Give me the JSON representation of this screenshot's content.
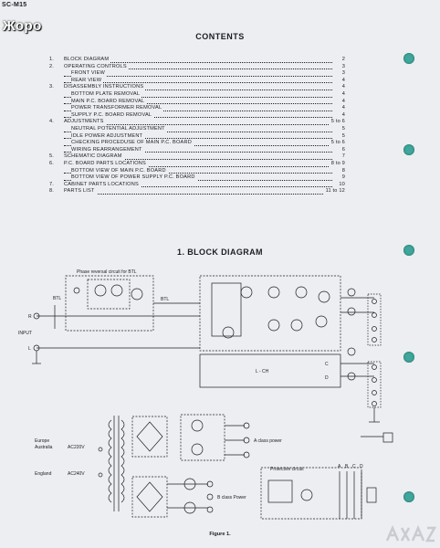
{
  "header": {
    "model_tag": "SC-M15",
    "watermark": "Жоро"
  },
  "contents": {
    "title": "CONTENTS",
    "items": [
      {
        "num": "1.",
        "label": "BLOCK DIAGRAM",
        "page": "2",
        "sub": false
      },
      {
        "num": "2.",
        "label": "OPERATING CONTROLS",
        "page": "3",
        "sub": false
      },
      {
        "num": "",
        "label": "FRONT VIEW",
        "page": "3",
        "sub": true
      },
      {
        "num": "",
        "label": "REAR VIEW",
        "page": "4",
        "sub": true
      },
      {
        "num": "3.",
        "label": "DISASSEMBLY INSTRUCTIONS",
        "page": "4",
        "sub": false
      },
      {
        "num": "",
        "label": "BOTTOM PLATE REMOVAL",
        "page": "4",
        "sub": true
      },
      {
        "num": "",
        "label": "MAIN P.C. BOARD REMOVAL",
        "page": "4",
        "sub": true
      },
      {
        "num": "",
        "label": "POWER TRANSFORMER REMOVAL",
        "page": "4",
        "sub": true
      },
      {
        "num": "",
        "label": "SUPPLY P.C. BOARD REMOVAL",
        "page": "4",
        "sub": true
      },
      {
        "num": "4.",
        "label": "ADJUSTMENTS",
        "page": "5 to 6",
        "sub": false
      },
      {
        "num": "",
        "label": "NEUTRAL POTENTIAL ADJUSTMENT",
        "page": "5",
        "sub": true
      },
      {
        "num": "",
        "label": "IDLE POWER ADJUSTMENT",
        "page": "5",
        "sub": true
      },
      {
        "num": "",
        "label": "CHECKING PROCEDUSE OF MAIN P.C. BOARD",
        "page": "5 to 6",
        "sub": true
      },
      {
        "num": "",
        "label": "WIRING REARRANGEMENT",
        "page": "6",
        "sub": true
      },
      {
        "num": "5.",
        "label": "SCHEMATIC DIAGRAM",
        "page": "7",
        "sub": false
      },
      {
        "num": "6.",
        "label": "P.C. BOARD PARTS LOCATIONS",
        "page": "8 to 9",
        "sub": false
      },
      {
        "num": "",
        "label": "BOTTOM VIEW OF MAIN P.C. BOARD",
        "page": "8",
        "sub": true
      },
      {
        "num": "",
        "label": "BOTTOM VIEW OF POWER SUPPLY P.C. BOARD",
        "page": "9",
        "sub": true
      },
      {
        "num": "7.",
        "label": "CABINET PARTS LOCATIONS",
        "page": "10",
        "sub": false
      },
      {
        "num": "8.",
        "label": "PARTS LIST",
        "page": "11 to 12",
        "sub": false
      }
    ]
  },
  "block_diagram": {
    "title": "1. BLOCK DIAGRAM",
    "labels": {
      "phase_reversal": "Phase reversal circuit for BTL",
      "btl_left": "BTL",
      "btl_right": "BTL",
      "input": "INPUT",
      "r": "R",
      "l": "L",
      "lch": "L - CH",
      "c": "C",
      "d": "D",
      "a_class": "A class power",
      "b_class": "B class Power",
      "europe": "Europe",
      "australia": "Australia",
      "ac220": "AC220V",
      "england": "England",
      "ac240": "AC240V",
      "protective": "Protective circuit",
      "a": "A",
      "b": "B",
      "cc": "C",
      "dd": "D"
    },
    "caption": "Figure 1."
  },
  "colors": {
    "paper": "#eceef1",
    "ink": "#1b1d26",
    "binder_hole": "#3fa69b"
  }
}
